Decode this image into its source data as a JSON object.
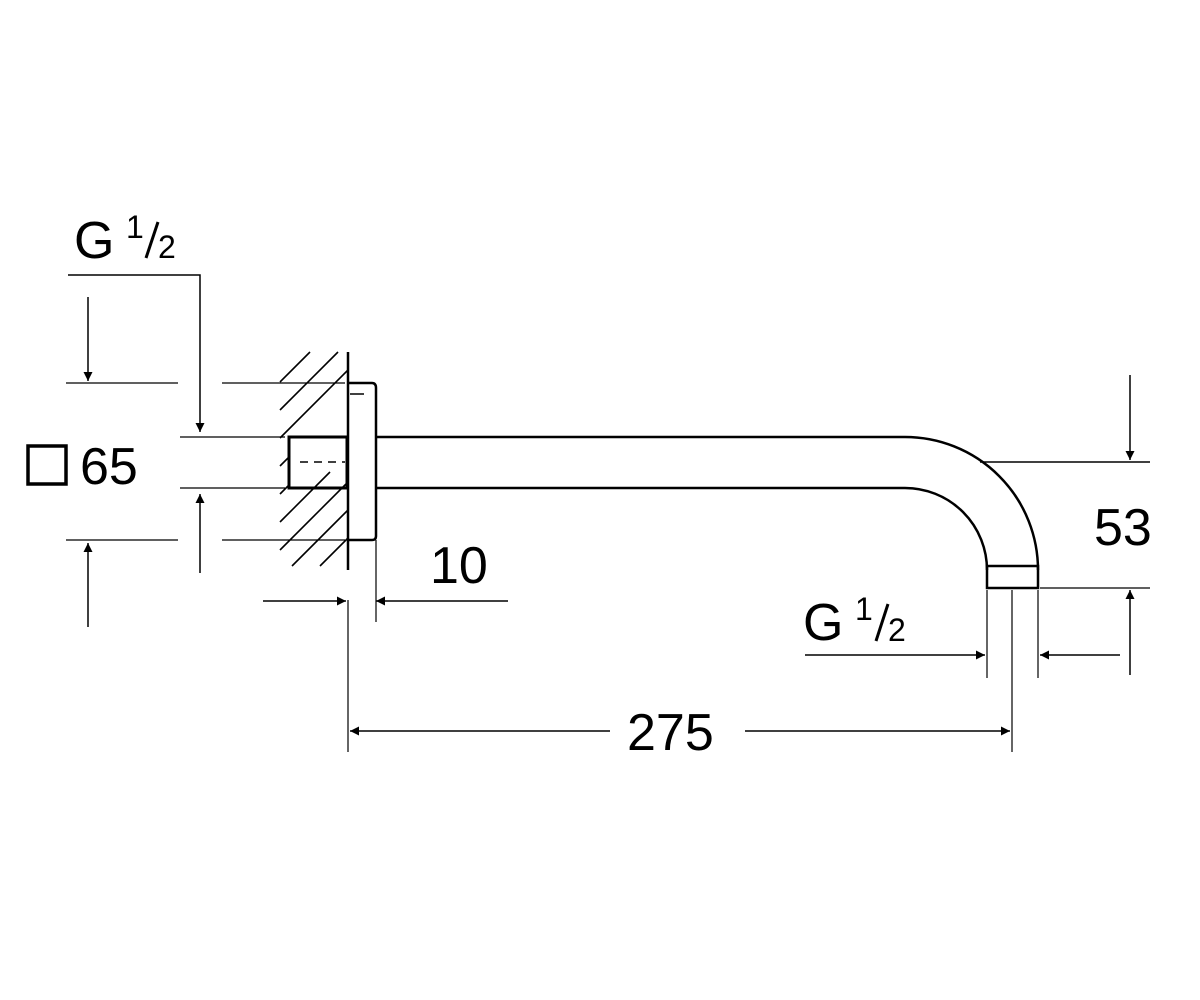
{
  "labels": {
    "top_thread_g": "G",
    "top_thread_num": "1",
    "top_thread_den": "2",
    "flange_size": "65",
    "wall_offset": "10",
    "drop": "53",
    "outlet_thread_g": "G",
    "outlet_thread_num": "1",
    "outlet_thread_den": "2",
    "arm_length": "275"
  },
  "symbols": {
    "flange_shape": "square-icon"
  },
  "colors": {
    "line": "#000000",
    "background": "#ffffff"
  }
}
